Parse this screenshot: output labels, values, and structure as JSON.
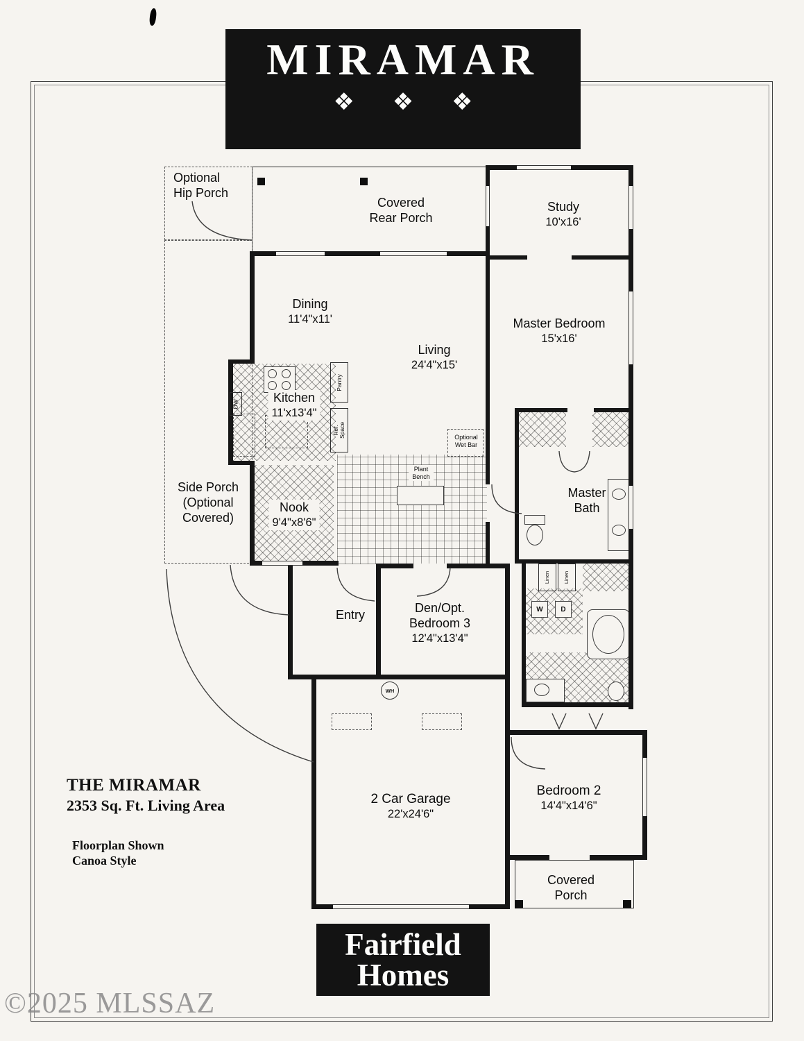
{
  "banner": {
    "title": "MIRAMAR",
    "ornament": "❖"
  },
  "rooms": {
    "hip_porch": {
      "line1": "Optional",
      "line2": "Hip Porch"
    },
    "rear_porch": {
      "line1": "Covered",
      "line2": "Rear Porch"
    },
    "study": {
      "name": "Study",
      "dims": "10'x16'"
    },
    "dining": {
      "name": "Dining",
      "dims": "11'4\"x11'"
    },
    "living": {
      "name": "Living",
      "dims": "24'4\"x15'"
    },
    "master_bedroom": {
      "name": "Master Bedroom",
      "dims": "15'x16'"
    },
    "kitchen": {
      "name": "Kitchen",
      "dims": "11'x13'4\""
    },
    "side_porch": {
      "line1": "Side Porch",
      "line2": "(Optional",
      "line3": "Covered)"
    },
    "nook": {
      "name": "Nook",
      "dims": "9'4\"x8'6\""
    },
    "master_bath": {
      "line1": "Master",
      "line2": "Bath"
    },
    "wet_bar": {
      "line1": "Optional",
      "line2": "Wet Bar"
    },
    "plant_bench": {
      "line1": "Plant",
      "line2": "Bench"
    },
    "entry": {
      "name": "Entry"
    },
    "den": {
      "line1": "Den/Opt.",
      "line2": "Bedroom 3",
      "dims": "12'4\"x13'4\""
    },
    "garage": {
      "name": "2 Car Garage",
      "dims": "22'x24'6\""
    },
    "bedroom2": {
      "name": "Bedroom 2",
      "dims": "14'4\"x14'6\""
    },
    "covered_porch": {
      "line1": "Covered",
      "line2": "Porch"
    }
  },
  "fixtures": {
    "pantry": "Pantry",
    "ref_space": "Ref. Space",
    "dw": "DW",
    "wh": "WH",
    "washer": "W",
    "dryer": "D",
    "linen": "Linen"
  },
  "info": {
    "plan_title": "THE MIRAMAR",
    "sqft": "2353 Sq. Ft. Living Area",
    "style_line1": "Floorplan Shown",
    "style_line2": "Canoa Style"
  },
  "builder": {
    "line1": "Fairfield",
    "line2": "Homes"
  },
  "watermark": "©2025 MLSSAZ",
  "colors": {
    "ink": "#161616",
    "paper": "#f6f4f0",
    "banner": "#131313"
  }
}
